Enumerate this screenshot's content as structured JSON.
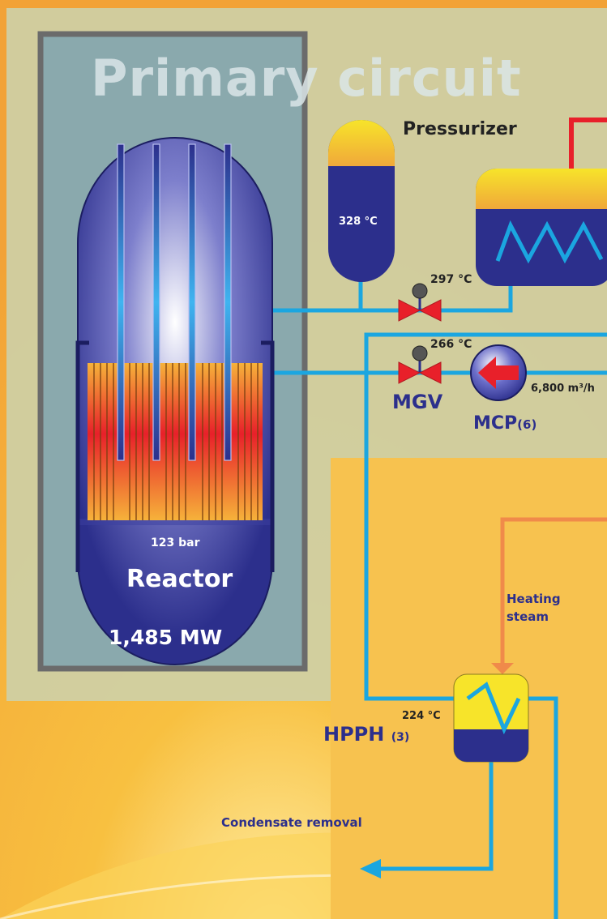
{
  "title": "Primary circuit",
  "labels": {
    "pressurizer": "Pressurizer",
    "pressurizer_temp": "328 °C",
    "temp_hot_leg": "297 °C",
    "temp_cold_leg": "266 °C",
    "mgv": "MGV",
    "mcp": "MCP",
    "mcp_count": "(6)",
    "mcp_flow": "6,800 m³/h",
    "reactor_pressure": "123 bar",
    "reactor": "Reactor",
    "reactor_power": "1,485 MW",
    "heating_steam_line1": "Heating",
    "heating_steam_line2": "steam",
    "hpph_temp": "224 °C",
    "hpph": "HPPH",
    "hpph_count": "(3)",
    "condensate": "Condensate removal"
  },
  "colors": {
    "background": "#f5b93f",
    "primary_zone": "#cdd0a8",
    "reactor_room": "#8aa9ad",
    "vessel_blue": "#2c2f8c",
    "pipe_blue": "#1ba6e0",
    "hot_pipe_red": "#e8202a",
    "steam_orange": "#f08a4a",
    "valve_red": "#e8202a",
    "fuel_orange": "#f29a2e",
    "dome_yellow": "#f7e42a"
  },
  "icons": {
    "valve": "gate-valve-icon",
    "gauge": "pressure-gauge-icon",
    "pump": "pump-icon",
    "heat_exchanger": "heat-exchanger-icon"
  }
}
